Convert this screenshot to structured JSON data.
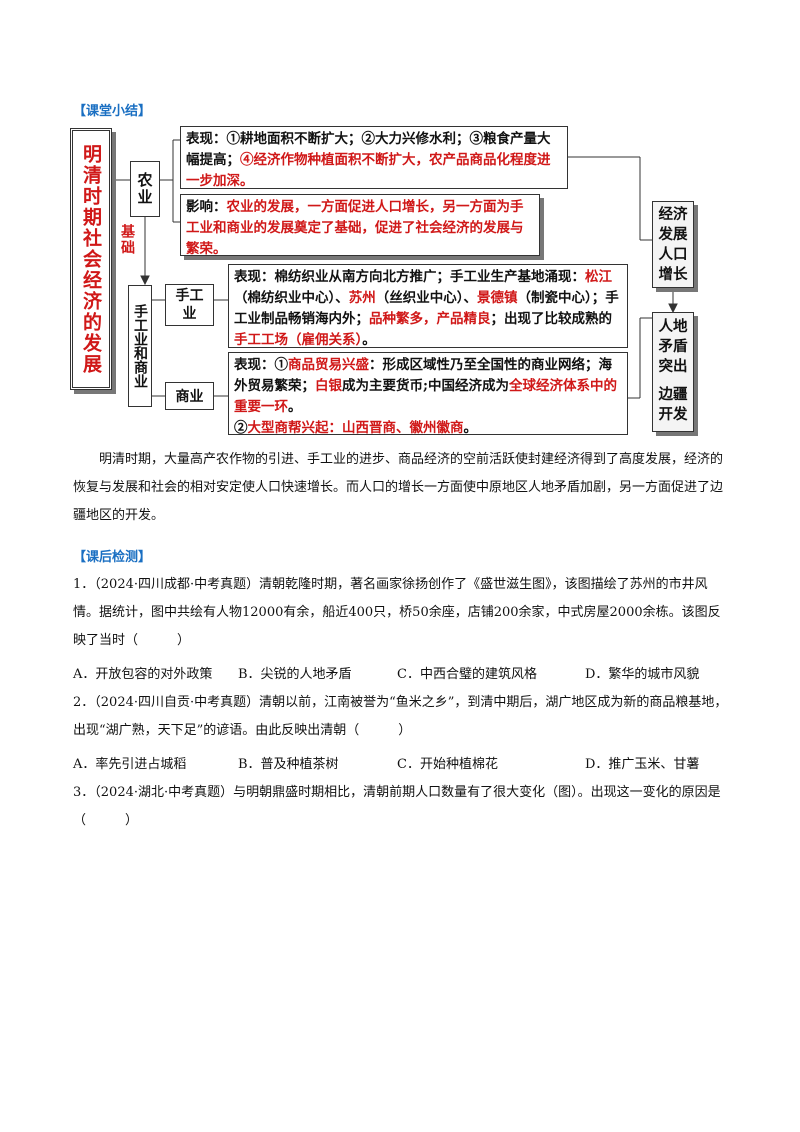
{
  "section_summary": "【课堂小结】",
  "diagram": {
    "main_title": "明清时期社会经济的发展",
    "agriculture": "农业",
    "foundation": "基础",
    "handicraft_commerce": "手工业和商业",
    "handicraft": "手工业",
    "commerce": "商业",
    "agri_perf": {
      "label": "表现：",
      "normal": "①耕地面积不断扩大；②大力兴修水利；③粮食产量大幅提高；",
      "red": "④经济作物种植面积不断扩大，农产品商品化程度进一步加深。"
    },
    "agri_impact": {
      "label": "影响：",
      "red": "农业的发展，一方面促进人口增长，另一方面为手工业和商业的发展奠定了基础，促进了社会经济的发展与繁荣。"
    },
    "handi_perf": {
      "p1": "表现：棉纺织业从南方向北方推广；手工业生产基地涌现：",
      "songjiang": "松江",
      "p2": "（棉纺织业中心）、",
      "suzhou": "苏州",
      "p3": "（丝织业中心）、",
      "jingdezhen": "景德镇",
      "p4": "（制瓷中心）；手工业制品畅销海内外；",
      "variety": "品种繁多，产品精良",
      "p5": "；出现了比较成熟的",
      "workshop": "手工工场（雇佣关系）",
      "p6": "。"
    },
    "comm_perf": {
      "p1": "表现：①",
      "trade": "商品贸易兴盛",
      "p2": "：形成区域性乃至全国性的商业网络；海外贸易繁荣；",
      "silver": "白银",
      "p3": "成为主要货币;中国经济成为",
      "global": "全球经济体系中的重要一环",
      "p4": "。",
      "p5": "②",
      "merchant": "大型商帮兴起：山西晋商、徽州徽商",
      "p6": "。"
    },
    "right_top": "经济发展人口增长",
    "right_bottom_1": "人地矛盾突出",
    "right_bottom_2": "边疆开发"
  },
  "summary_paragraph": "明清时期，大量高产农作物的引进、手工业的进步、商品经济的空前活跃使封建经济得到了高度发展，经济的恢复与发展和社会的相对安定使人口快速增长。而人口的增长一方面使中原地区人地矛盾加剧，另一方面促进了边疆地区的开发。",
  "section_test": "【课后检测】",
  "questions": [
    {
      "stem": "1．（2024·四川成都·中考真题）清朝乾隆时期，著名画家徐扬创作了《盛世滋生图》，该图描绘了苏州的市井风情。据统计，图中共绘有人物12000有余，船近400只，桥50余座，店铺200余家，中式房屋2000余栋。该图反映了当时（　　　）",
      "options": [
        "A．开放包容的对外政策",
        "B．尖锐的人地矛盾",
        "C．中西合璧的建筑风格",
        "D．繁华的城市风貌"
      ]
    },
    {
      "stem": "2．（2024·四川自贡·中考真题）清朝以前，江南被誉为“鱼米之乡”，到清中期后，湖广地区成为新的商品粮基地，出现“湖广熟，天下足”的谚语。由此反映出清朝（　　　）",
      "options": [
        "A．率先引进占城稻",
        "B．普及种植茶树",
        "C．开始种植棉花",
        "D．推广玉米、甘薯"
      ]
    },
    {
      "stem": "3．（2024·湖北·中考真题）与明朝鼎盛时期相比，清朝前期人口数量有了很大变化（图）。出现这一变化的原因是（　　　）",
      "options": []
    }
  ]
}
